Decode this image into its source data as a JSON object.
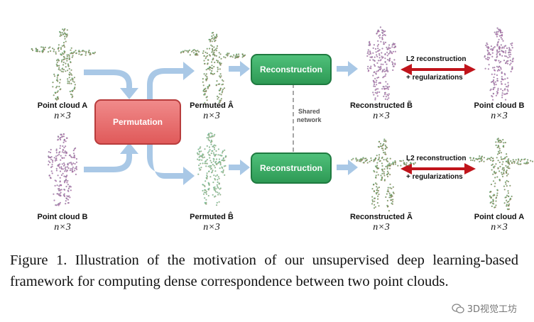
{
  "figure": {
    "labels": {
      "cloud_a": "Point cloud A",
      "cloud_b_left": "Point cloud B",
      "permuted_a": "Permuted Â",
      "permuted_b": "Permuted B̂",
      "reconstructed_b": "Reconstructed B̃",
      "reconstructed_a": "Reconstructed Ã",
      "cloud_b_right": "Point cloud B",
      "cloud_a_right": "Point cloud A",
      "dim": "n×3"
    },
    "boxes": {
      "permutation": "Permutation",
      "reconstruction": "Reconstruction"
    },
    "shared_network": [
      "Shared",
      "network"
    ],
    "loss": {
      "l2": "L2 reconstruction",
      "reg": "+ regularizations"
    },
    "colors": {
      "arrow": "#a9c8e6",
      "permutation": "#e8716f",
      "reconstruction": "#3aaa63",
      "loss_arrow": "#c0141b"
    }
  },
  "caption": "Figure 1. Illustration of the motivation of our unsupervised deep learning-based framework for computing dense correspondence between two point clouds.",
  "watermark": "3D视觉工坊"
}
